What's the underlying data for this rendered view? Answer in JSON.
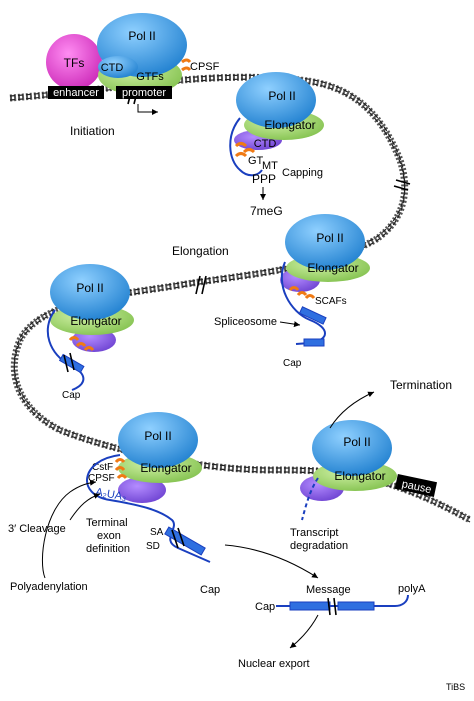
{
  "colors": {
    "pol_ii_blue": "#2f8fd8",
    "elongator_green": "#9ed36a",
    "ctd_purple": "#8a5ae0",
    "capping_orange": "#f07a14",
    "tfs_magenta": "#e040d0",
    "rna_blue": "#1a3fbf",
    "dna_gray": "#444444",
    "label_black": "#000000"
  },
  "complex": {
    "pol_ii": "Pol II",
    "elongator": "Elongator",
    "ctd": "CTD",
    "gtfs": "GTFs",
    "tfs": "TFs",
    "cpsf": "CPSF",
    "cstf": "CstF"
  },
  "dna_boxes": {
    "enhancer": "enhancer",
    "promoter": "promoter",
    "pause": "pause"
  },
  "capping": {
    "gt": "GT",
    "mt": "MT",
    "capping": "Capping",
    "ppp": "PPP",
    "meg": "7meG"
  },
  "stages": {
    "initiation": "Initiation",
    "elongation": "Elongation",
    "termination": "Termination"
  },
  "labels": {
    "scafs": "SCAFs",
    "spliceosome": "Spliceosome",
    "cap": "Cap",
    "a2ua3": "A₂UA₃",
    "terminal_exon": [
      "Terminal",
      "exon",
      "definition"
    ],
    "sa": "SA",
    "sd": "SD",
    "three_prime_cleavage": "3′ Cleavage",
    "polyadenylation": "Polyadenylation",
    "transcript_degradation": [
      "Transcript",
      "degradation"
    ],
    "message": "Message",
    "polya": "polyA",
    "nuclear_export": "Nuclear export",
    "credit": "TiBS"
  }
}
